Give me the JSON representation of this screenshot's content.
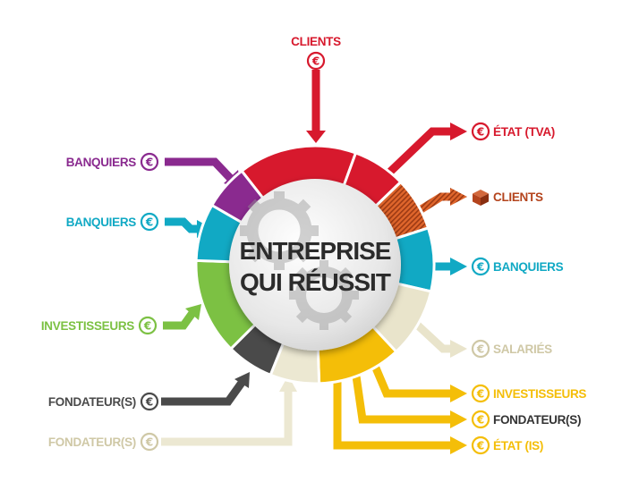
{
  "center": {
    "line1": "ENTREPRISE",
    "line2": "QUI RÉUSSIT"
  },
  "currency_symbol": "€",
  "icons": {
    "currency": "euro-circle-icon",
    "goods": "box-icon",
    "center": "gears-icon"
  },
  "colors": {
    "clients": "#d7192d",
    "etat_tva": "#d7192d",
    "clients_goods": "#b4441d",
    "banquiers_out": "#11a9c4",
    "salaries": "#e9e4cb",
    "salaries_text": "#cfc8a6",
    "yellow": "#f4be08",
    "fondateurs_out_text": "#333333",
    "fondateurs_in": "#4a4a4a",
    "fondateurs_cream": "#ece8d2",
    "investisseurs": "#7cc143",
    "banquiers_in_cyan": "#11a9c4",
    "banquiers_in_purple": "#8a2a8f"
  },
  "labels": {
    "clients_top": "CLIENTS",
    "etat_tva": "ÉTAT (TVA)",
    "clients_goods": "CLIENTS",
    "banquiers_out": "BANQUIERS",
    "salaries": "SALARIÉS",
    "investisseurs_out": "INVESTISSEURS",
    "fondateurs_out": "FONDATEUR(S)",
    "etat_is": "ÉTAT (IS)",
    "banquiers_purple": "BANQUIERS",
    "banquiers_cyan": "BANQUIERS",
    "investisseurs_in": "INVESTISSEURS",
    "fondateurs_in": "FONDATEUR(S)",
    "fondateurs_cream": "FONDATEUR(S)"
  }
}
